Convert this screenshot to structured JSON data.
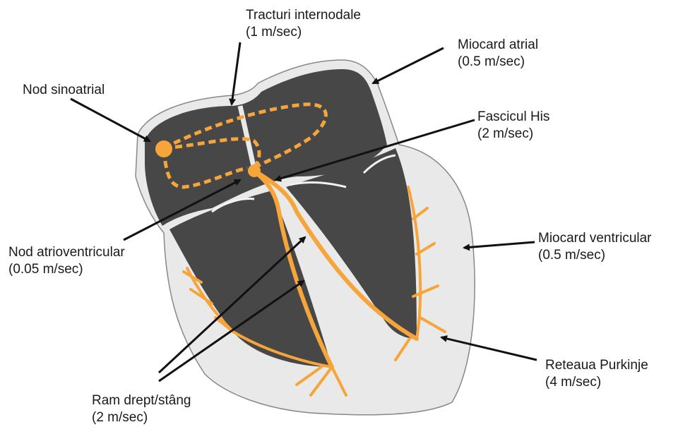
{
  "colors": {
    "background": "#ffffff",
    "outer_wall": "#e9e9e9",
    "chamber": "#4a4a4a",
    "conduction": "#f5a53a",
    "arrow": "#111111"
  },
  "labels": {
    "internodal": {
      "name": "Tracturi internodale",
      "speed": "(1 m/sec)"
    },
    "atrial": {
      "name": "Miocard atrial",
      "speed": "(0.5 m/sec)"
    },
    "sinoatrial": {
      "name": "Nod sinoatrial"
    },
    "his": {
      "name": "Fascicul His",
      "speed": "(2 m/sec)"
    },
    "av": {
      "name": "Nod atrioventricular",
      "speed": "(0.05 m/sec)"
    },
    "ventricular": {
      "name": "Miocard ventricular",
      "speed": "(0.5 m/sec)"
    },
    "purkinje": {
      "name": "Reteaua Purkinje",
      "speed": "(4 m/sec)"
    },
    "bundle_branch": {
      "name": "Ram drept/stâng",
      "speed": "(2 m/sec)"
    }
  }
}
